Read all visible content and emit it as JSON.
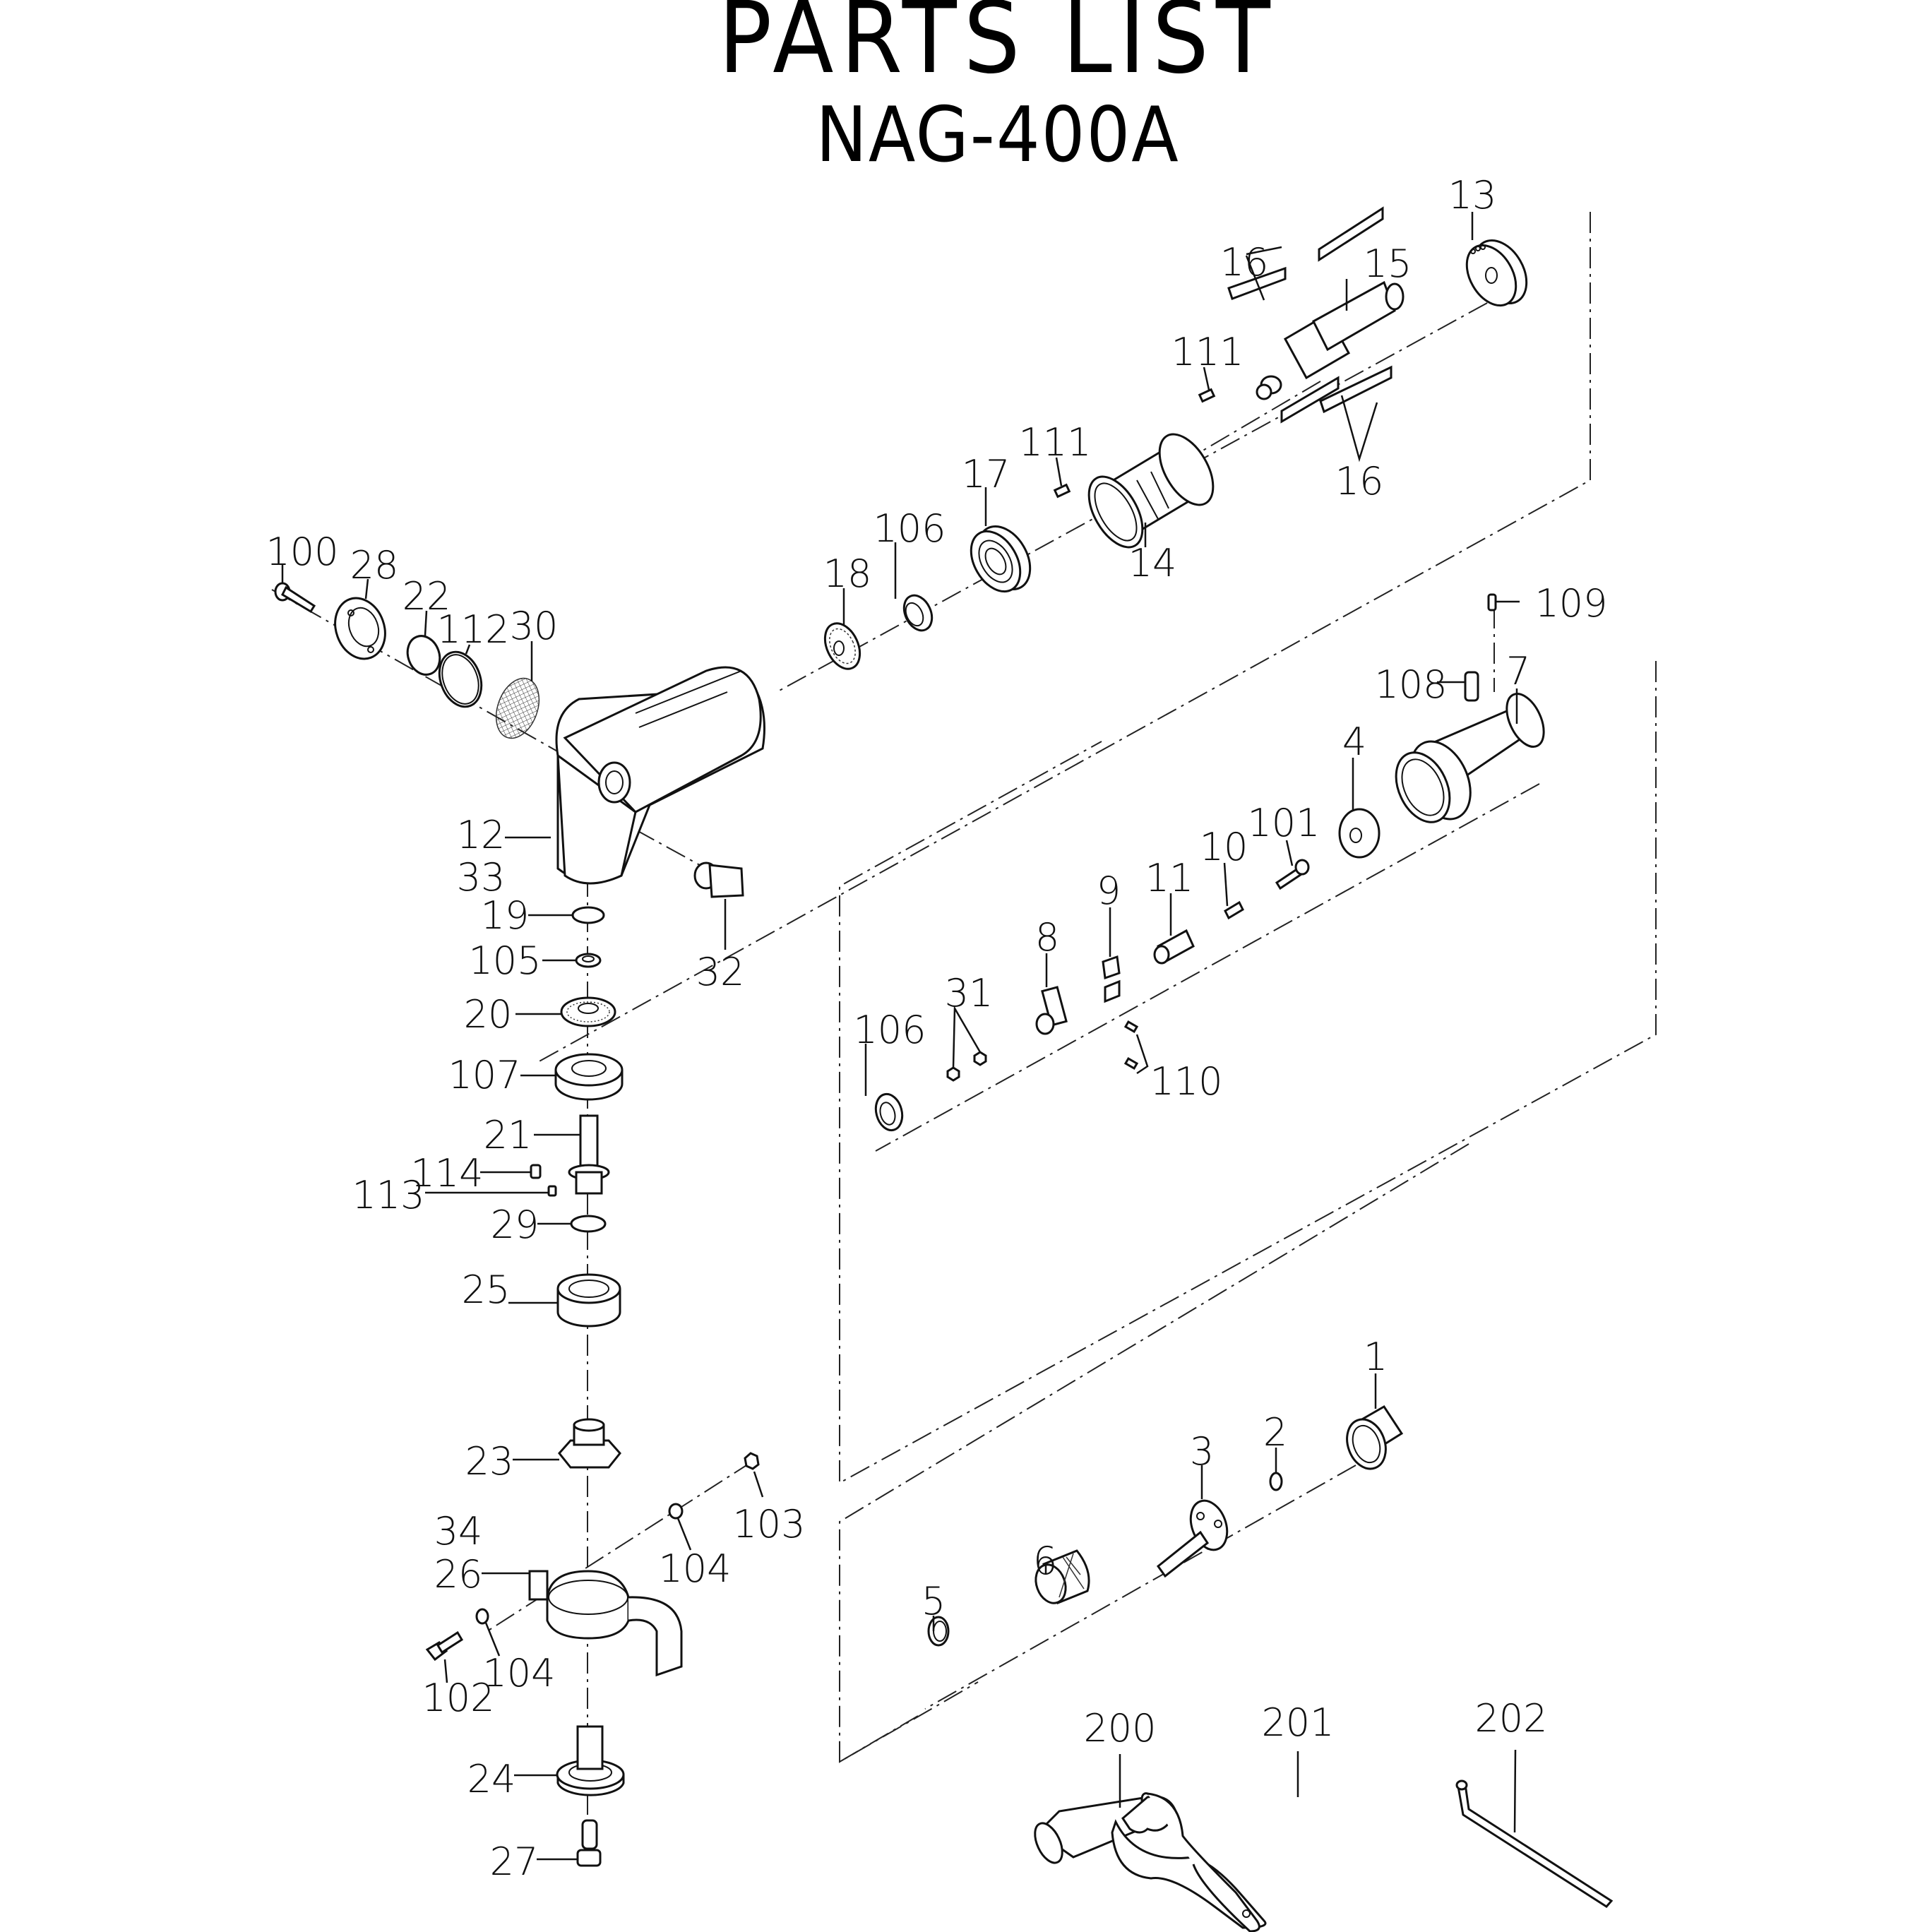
{
  "document": {
    "title": "PARTS LIST",
    "model": "NAG-400A"
  },
  "callouts": {
    "p1": "1",
    "p2": "2",
    "p3": "3",
    "p4": "4",
    "p5": "5",
    "p6": "6",
    "p7": "7",
    "p8": "8",
    "p9": "9",
    "p10": "10",
    "p11": "11",
    "p12": "12",
    "p13": "13",
    "p14": "14",
    "p15": "15",
    "p16a": "16",
    "p16b": "16",
    "p17": "17",
    "p18": "18",
    "p19": "19",
    "p20": "20",
    "p21": "21",
    "p22": "22",
    "p23": "23",
    "p24": "24",
    "p25": "25",
    "p26": "26",
    "p27": "27",
    "p28": "28",
    "p29": "29",
    "p30": "30",
    "p31": "31",
    "p32": "32",
    "p33": "33",
    "p34": "34",
    "p100": "100",
    "p101": "101",
    "p102": "102",
    "p103": "103",
    "p104a": "104",
    "p104b": "104",
    "p105": "105",
    "p106a": "106",
    "p106b": "106",
    "p107": "107",
    "p108": "108",
    "p109": "109",
    "p110": "110",
    "p111a": "111",
    "p111b": "111",
    "p112": "112",
    "p113": "113",
    "p114": "114",
    "p200": "200",
    "p201": "201",
    "p202": "202"
  }
}
